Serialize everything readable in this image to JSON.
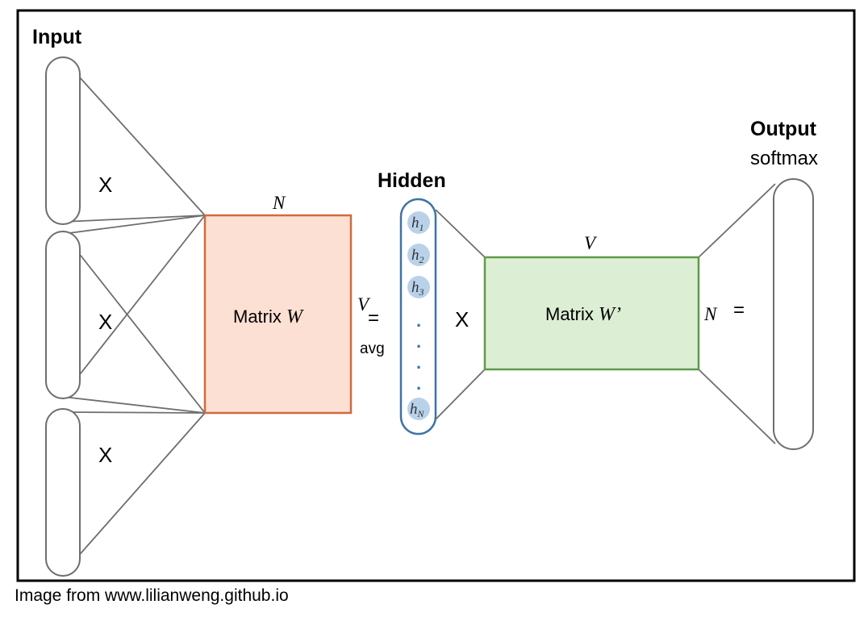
{
  "labels": {
    "input_title": "Input",
    "output_title": "Output",
    "output_subtitle": "softmax",
    "hidden_title": "Hidden",
    "input_mult": [
      "X",
      "X",
      "X"
    ],
    "matrix_w_text": "Matrix ",
    "matrix_w_var": "W",
    "dim_N_top": "N",
    "dim_V_left": "V",
    "equals_1": "=",
    "avg": "avg",
    "hidden_mult": "X",
    "matrix_w2_text": "Matrix ",
    "matrix_w2_var": "W’",
    "dim_V_top": "V",
    "dim_N_right": "N",
    "equals_2": "=",
    "hidden_units": [
      {
        "base": "h",
        "sub": "1"
      },
      {
        "base": "h",
        "sub": "2"
      },
      {
        "base": "h",
        "sub": "3"
      }
    ],
    "hidden_last": {
      "base": "h",
      "sub": "N"
    },
    "hidden_dots": [
      ".",
      ".",
      ".",
      "."
    ],
    "caption": "Image from www.lilianweng.github.io"
  },
  "colors": {
    "matrix_w_fill": "#fbe0d3",
    "matrix_w_stroke": "#cf6b3c",
    "matrix_w2_fill": "#dcefd4",
    "matrix_w2_stroke": "#5f9a4c",
    "hidden_stroke": "#3d73a6",
    "hidden_unit_fill": "#b9d2ea",
    "hidden_dot": "#3d73a6",
    "line": "#6e6e6e"
  }
}
